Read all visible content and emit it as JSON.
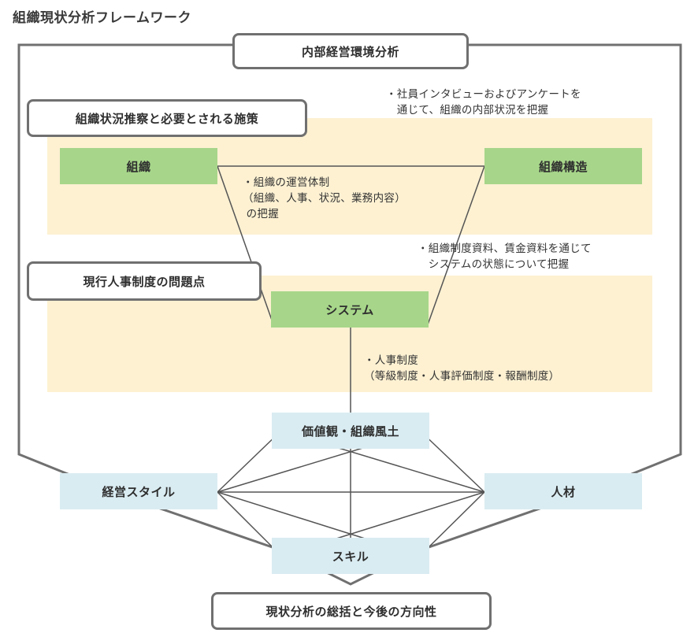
{
  "title": "組織現状分析フレームワーク",
  "header_box": "内部経営環境分析",
  "callouts": {
    "top": "組織状況推察と必要とされる施策",
    "middle": "現行人事制度の問題点",
    "bottom": "現状分析の総括と今後の方向性"
  },
  "green_boxes": {
    "org": "組織",
    "org_structure": "組織構造",
    "system": "システム"
  },
  "blue_boxes": {
    "values": "価値観・組織風土",
    "style": "経営スタイル",
    "talent": "人材",
    "skill": "スキル"
  },
  "notes": {
    "survey": "・社員インタビューおよびアンケートを\n　通じて、組織の内部状況を把握",
    "operation": "・組織の運営体制\n（組織、人事、状況、業務内容）\n の把握",
    "documents": "・組織制度資料、賃金資料を通じて\n　システムの状態について把握",
    "hr": "・人事制度\n（等級制度・人事評価制度・報酬制度）"
  },
  "colors": {
    "band": "#fdf1d2",
    "green": "#a7d68a",
    "blue": "#d9ecf2",
    "border": "#707070",
    "line": "#555555"
  }
}
